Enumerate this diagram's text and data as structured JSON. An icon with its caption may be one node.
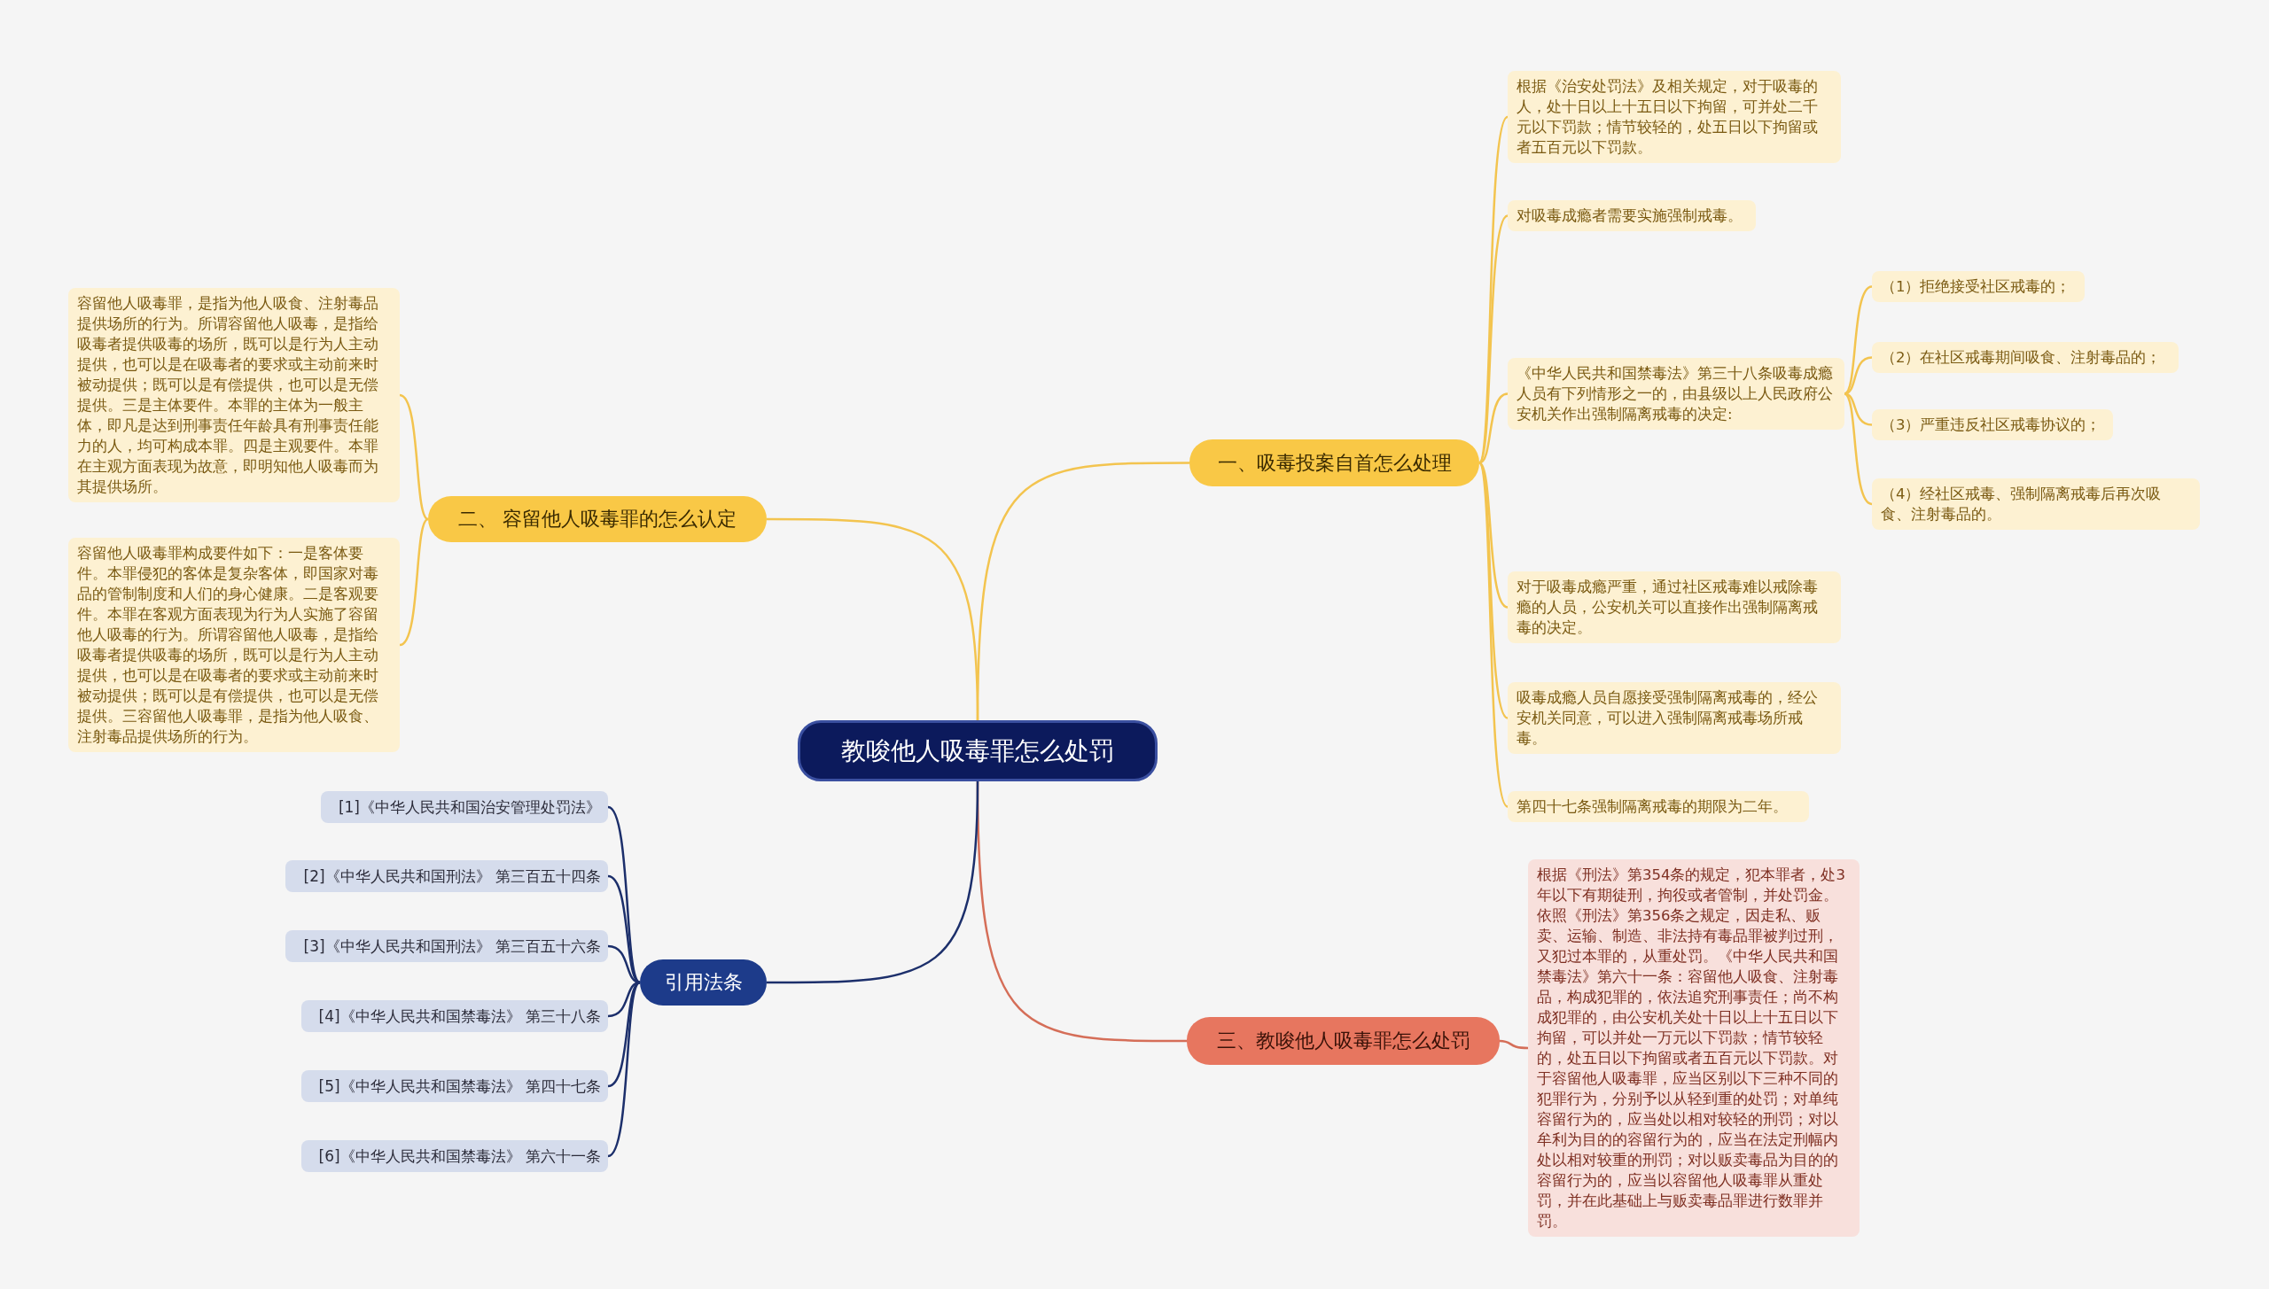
{
  "diagram": {
    "nodes": [
      {
        "text": [
          "教唆他人吸毒罪怎么处罚"
        ]
      },
      {
        "text": [
          "一、吸毒投案自首怎么处理"
        ]
      },
      {
        "text": [
          "根据《治安处罚法》及相关规定，对于吸毒的人，处十日以上十五日以下拘留，可并处二千元以下罚款；情节较轻的，处五日以下拘留或者五百元以下罚款。"
        ]
      },
      {
        "text": [
          "对吸毒成瘾者需要实施强制戒毒。"
        ]
      },
      {
        "text": [
          "《中华人民共和国禁毒法》第三十八条吸毒成瘾人员有下列情形之一的，由县级以上人民政府公安机关作出强制隔离戒毒的决定:"
        ]
      },
      {
        "text": [
          "（1）拒绝接受社区戒毒的；"
        ]
      },
      {
        "text": [
          "（2）在社区戒毒期间吸食、注射毒品的；"
        ]
      },
      {
        "text": [
          "（3）严重违反社区戒毒协议的；"
        ]
      },
      {
        "text": [
          "（4）经社区戒毒、强制隔离戒毒后再次吸食、注射毒品的。"
        ]
      },
      {
        "text": [
          "对于吸毒成瘾严重，通过社区戒毒难以戒除毒瘾的人员，公安机关可以直接作出强制隔离戒毒的决定。"
        ]
      },
      {
        "text": [
          "吸毒成瘾人员自愿接受强制隔离戒毒的，经公安机关同意，可以进入强制隔离戒毒场所戒毒。"
        ]
      },
      {
        "text": [
          "第四十七条强制隔离戒毒的期限为二年。"
        ]
      },
      {
        "text": [
          "二、 容留他人吸毒罪的怎么认定"
        ]
      },
      {
        "text": [
          "容留他人吸毒罪，是指为他人吸食、注射毒品提供场所的行为。所谓容留他人吸毒，是指给吸毒者提供吸毒的场所，既可以是行为人主动提供，也可以是在吸毒者的要求或主动前来时被动提供；既可以是有偿提供，也可以是无偿提供。三是主体要件。本罪的主体为一般主体，即凡是达到刑事责任年龄具有刑事责任能力的人，均可构成本罪。四是主观要件。本罪在主观方面表现为故意，即明知他人吸毒而为其提供场所。"
        ]
      },
      {
        "text": [
          "容留他人吸毒罪构成要件如下：一是客体要件。本罪侵犯的客体是复杂客体，即国家对毒品的管制制度和人们的身心健康。二是客观要件。本罪在客观方面表现为行为人实施了容留他人吸毒的行为。所谓容留他人吸毒，是指给吸毒者提供吸毒的场所，既可以是行为人主动提供，也可以是在吸毒者的要求或主动前来时被动提供；既可以是有偿提供，也可以是无偿提供。三容留他人吸毒罪，是指为他人吸食、注射毒品提供场所的行为。"
        ]
      },
      {
        "text": [
          "三、教唆他人吸毒罪怎么处罚"
        ]
      },
      {
        "text": [
          "根据《刑法》第354条的规定，犯本罪者，处3年以下有期徒刑，拘役或者管制，并处罚金。依照《刑法》第356条之规定，因走私、贩卖、运输、制造、非法持有毒品罪被判过刑，又犯过本罪的，从重处罚。《中华人民共和国禁毒法》第六十一条：容留他人吸食、注射毒品，构成犯罪的，依法追究刑事责任；尚不构成犯罪的，由公安机关处十日以上十五日以下拘留，可以并处一万元以下罚款；情节较轻的，处五日以下拘留或者五百元以下罚款。对于容留他人吸毒罪，应当区别以下三种不同的犯罪行为，分别予以从轻到重的处罚；对单纯容留行为的，应当处以相对较轻的刑罚；对以牟利为目的的容留行为的，应当在法定刑幅内处以相对较重的刑罚；对以贩卖毒品为目的的容留行为的，应当以容留他人吸毒罪从重处罚，并在此基础上与贩卖毒品罪进行数罪并罚。"
        ]
      },
      {
        "text": [
          "引用法条"
        ]
      },
      {
        "text": [
          "[1]《中华人民共和国治安管理处罚法》"
        ]
      },
      {
        "text": [
          "[2]《中华人民共和国刑法》 第三百五十四条"
        ]
      },
      {
        "text": [
          "[3]《中华人民共和国刑法》 第三百五十六条"
        ]
      },
      {
        "text": [
          "[4]《中华人民共和国禁毒法》 第三十八条"
        ]
      },
      {
        "text": [
          "[5]《中华人民共和国禁毒法》 第四十七条"
        ]
      },
      {
        "text": [
          "[6]《中华人民共和国禁毒法》 第六十一条"
        ]
      }
    ],
    "edges": [
      {
        "from": 0,
        "to": 1,
        "arrow": "none",
        "color": "#f3c44f"
      },
      {
        "from": 1,
        "to": 2,
        "arrow": "none",
        "color": "#f3c44f"
      },
      {
        "from": 1,
        "to": 3,
        "arrow": "none",
        "color": "#f3c44f"
      },
      {
        "from": 1,
        "to": 4,
        "arrow": "none",
        "color": "#f3c44f"
      },
      {
        "from": 4,
        "to": 5,
        "arrow": "none",
        "color": "#f3c44f"
      },
      {
        "from": 4,
        "to": 6,
        "arrow": "none",
        "color": "#f3c44f"
      },
      {
        "from": 4,
        "to": 7,
        "arrow": "none",
        "color": "#f3c44f"
      },
      {
        "from": 4,
        "to": 8,
        "arrow": "none",
        "color": "#f3c44f"
      },
      {
        "from": 1,
        "to": 9,
        "arrow": "none",
        "color": "#f3c44f"
      },
      {
        "from": 1,
        "to": 10,
        "arrow": "none",
        "color": "#f3c44f"
      },
      {
        "from": 1,
        "to": 11,
        "arrow": "none",
        "color": "#f3c44f"
      },
      {
        "from": 0,
        "to": 12,
        "arrow": "none",
        "color": "#f3c44f"
      },
      {
        "from": 12,
        "to": 13,
        "arrow": "none",
        "color": "#f3c44f"
      },
      {
        "from": 12,
        "to": 14,
        "arrow": "none",
        "color": "#f3c44f"
      },
      {
        "from": 0,
        "to": 15,
        "arrow": "none",
        "color": "#d56e58"
      },
      {
        "from": 15,
        "to": 16,
        "arrow": "none",
        "color": "#d56e58"
      },
      {
        "from": 0,
        "to": 17,
        "arrow": "none",
        "color": "#1c2f6b"
      },
      {
        "from": 17,
        "to": 18,
        "arrow": "none",
        "color": "#1c2f6b"
      },
      {
        "from": 17,
        "to": 19,
        "arrow": "none",
        "color": "#1c2f6b"
      },
      {
        "from": 17,
        "to": 20,
        "arrow": "none",
        "color": "#1c2f6b"
      },
      {
        "from": 17,
        "to": 21,
        "arrow": "none",
        "color": "#1c2f6b"
      },
      {
        "from": 17,
        "to": 22,
        "arrow": "none",
        "color": "#1c2f6b"
      },
      {
        "from": 17,
        "to": 23,
        "arrow": "none",
        "color": "#1c2f6b"
      }
    ]
  }
}
